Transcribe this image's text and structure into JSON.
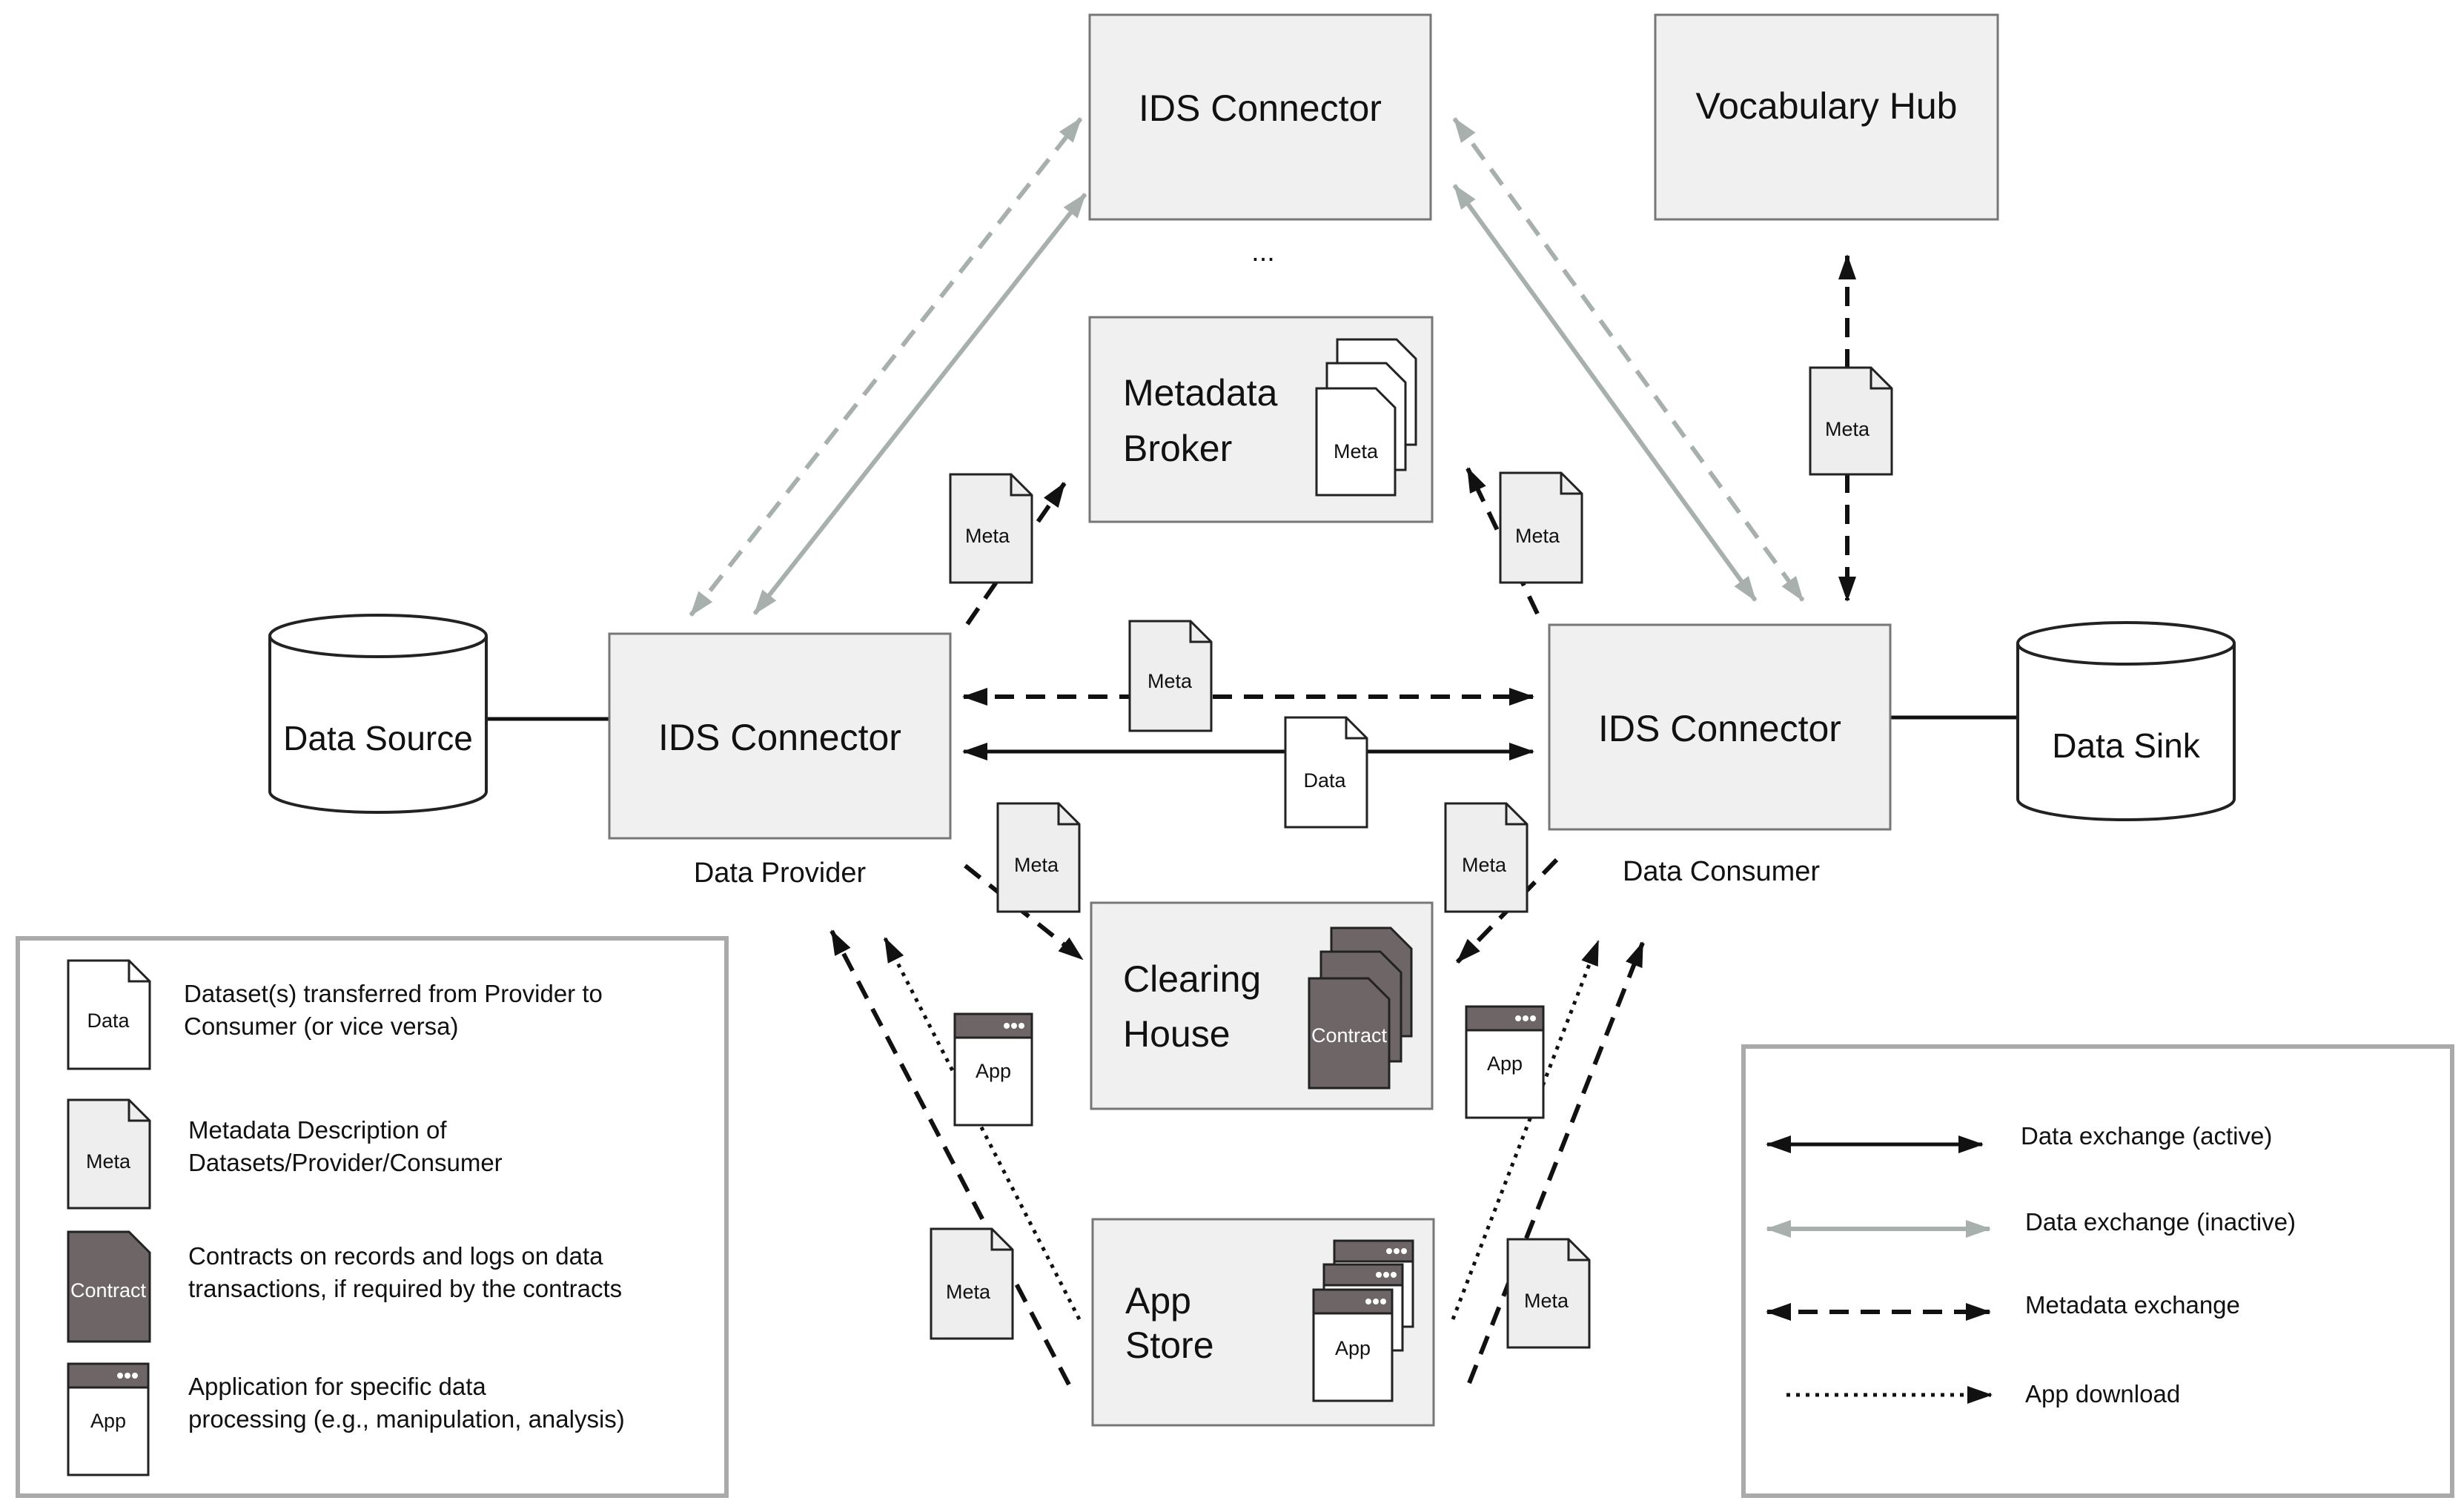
{
  "boxes": {
    "top_connector": "IDS Connector",
    "vocabulary_hub": "Vocabulary Hub",
    "metadata_broker_line1": "Metadata",
    "metadata_broker_line2": "Broker",
    "provider_connector": "IDS Connector",
    "consumer_connector": "IDS Connector",
    "clearing_house_line1": "Clearing",
    "clearing_house_line2": "House",
    "app_store_line1": "App",
    "app_store_line2": "Store",
    "ellipsis": "..."
  },
  "storage": {
    "data_source": "Data Source",
    "data_sink": "Data Sink"
  },
  "roles": {
    "provider": "Data Provider",
    "consumer": "Data Consumer"
  },
  "documents": {
    "meta": "Meta",
    "data": "Data",
    "contract": "Contract",
    "app": "App"
  },
  "legend_left": {
    "items": [
      {
        "icon": "Data",
        "line1": "Dataset(s) transferred from Provider to",
        "line2": "Consumer (or vice versa)"
      },
      {
        "icon": "Meta",
        "line1": "Metadata Description of",
        "line2": "Datasets/Provider/Consumer"
      },
      {
        "icon": "Contract",
        "line1": "Contracts on records and logs on data",
        "line2": "transactions, if required by the contracts"
      },
      {
        "icon": "App",
        "line1": "Application for specific data",
        "line2": "processing (e.g., manipulation, analysis)"
      }
    ]
  },
  "legend_right": {
    "items": [
      {
        "style": "solid-black",
        "label": "Data exchange (active)"
      },
      {
        "style": "solid-grey",
        "label": "Data exchange (inactive)"
      },
      {
        "style": "dashed-black",
        "label": "Metadata exchange"
      },
      {
        "style": "dotted-black",
        "label": "App download"
      }
    ]
  },
  "colors": {
    "active": "#111111",
    "inactive": "#a7b0ad",
    "box_fill": "#f0f0f0",
    "contract_fill": "#6e6666"
  }
}
